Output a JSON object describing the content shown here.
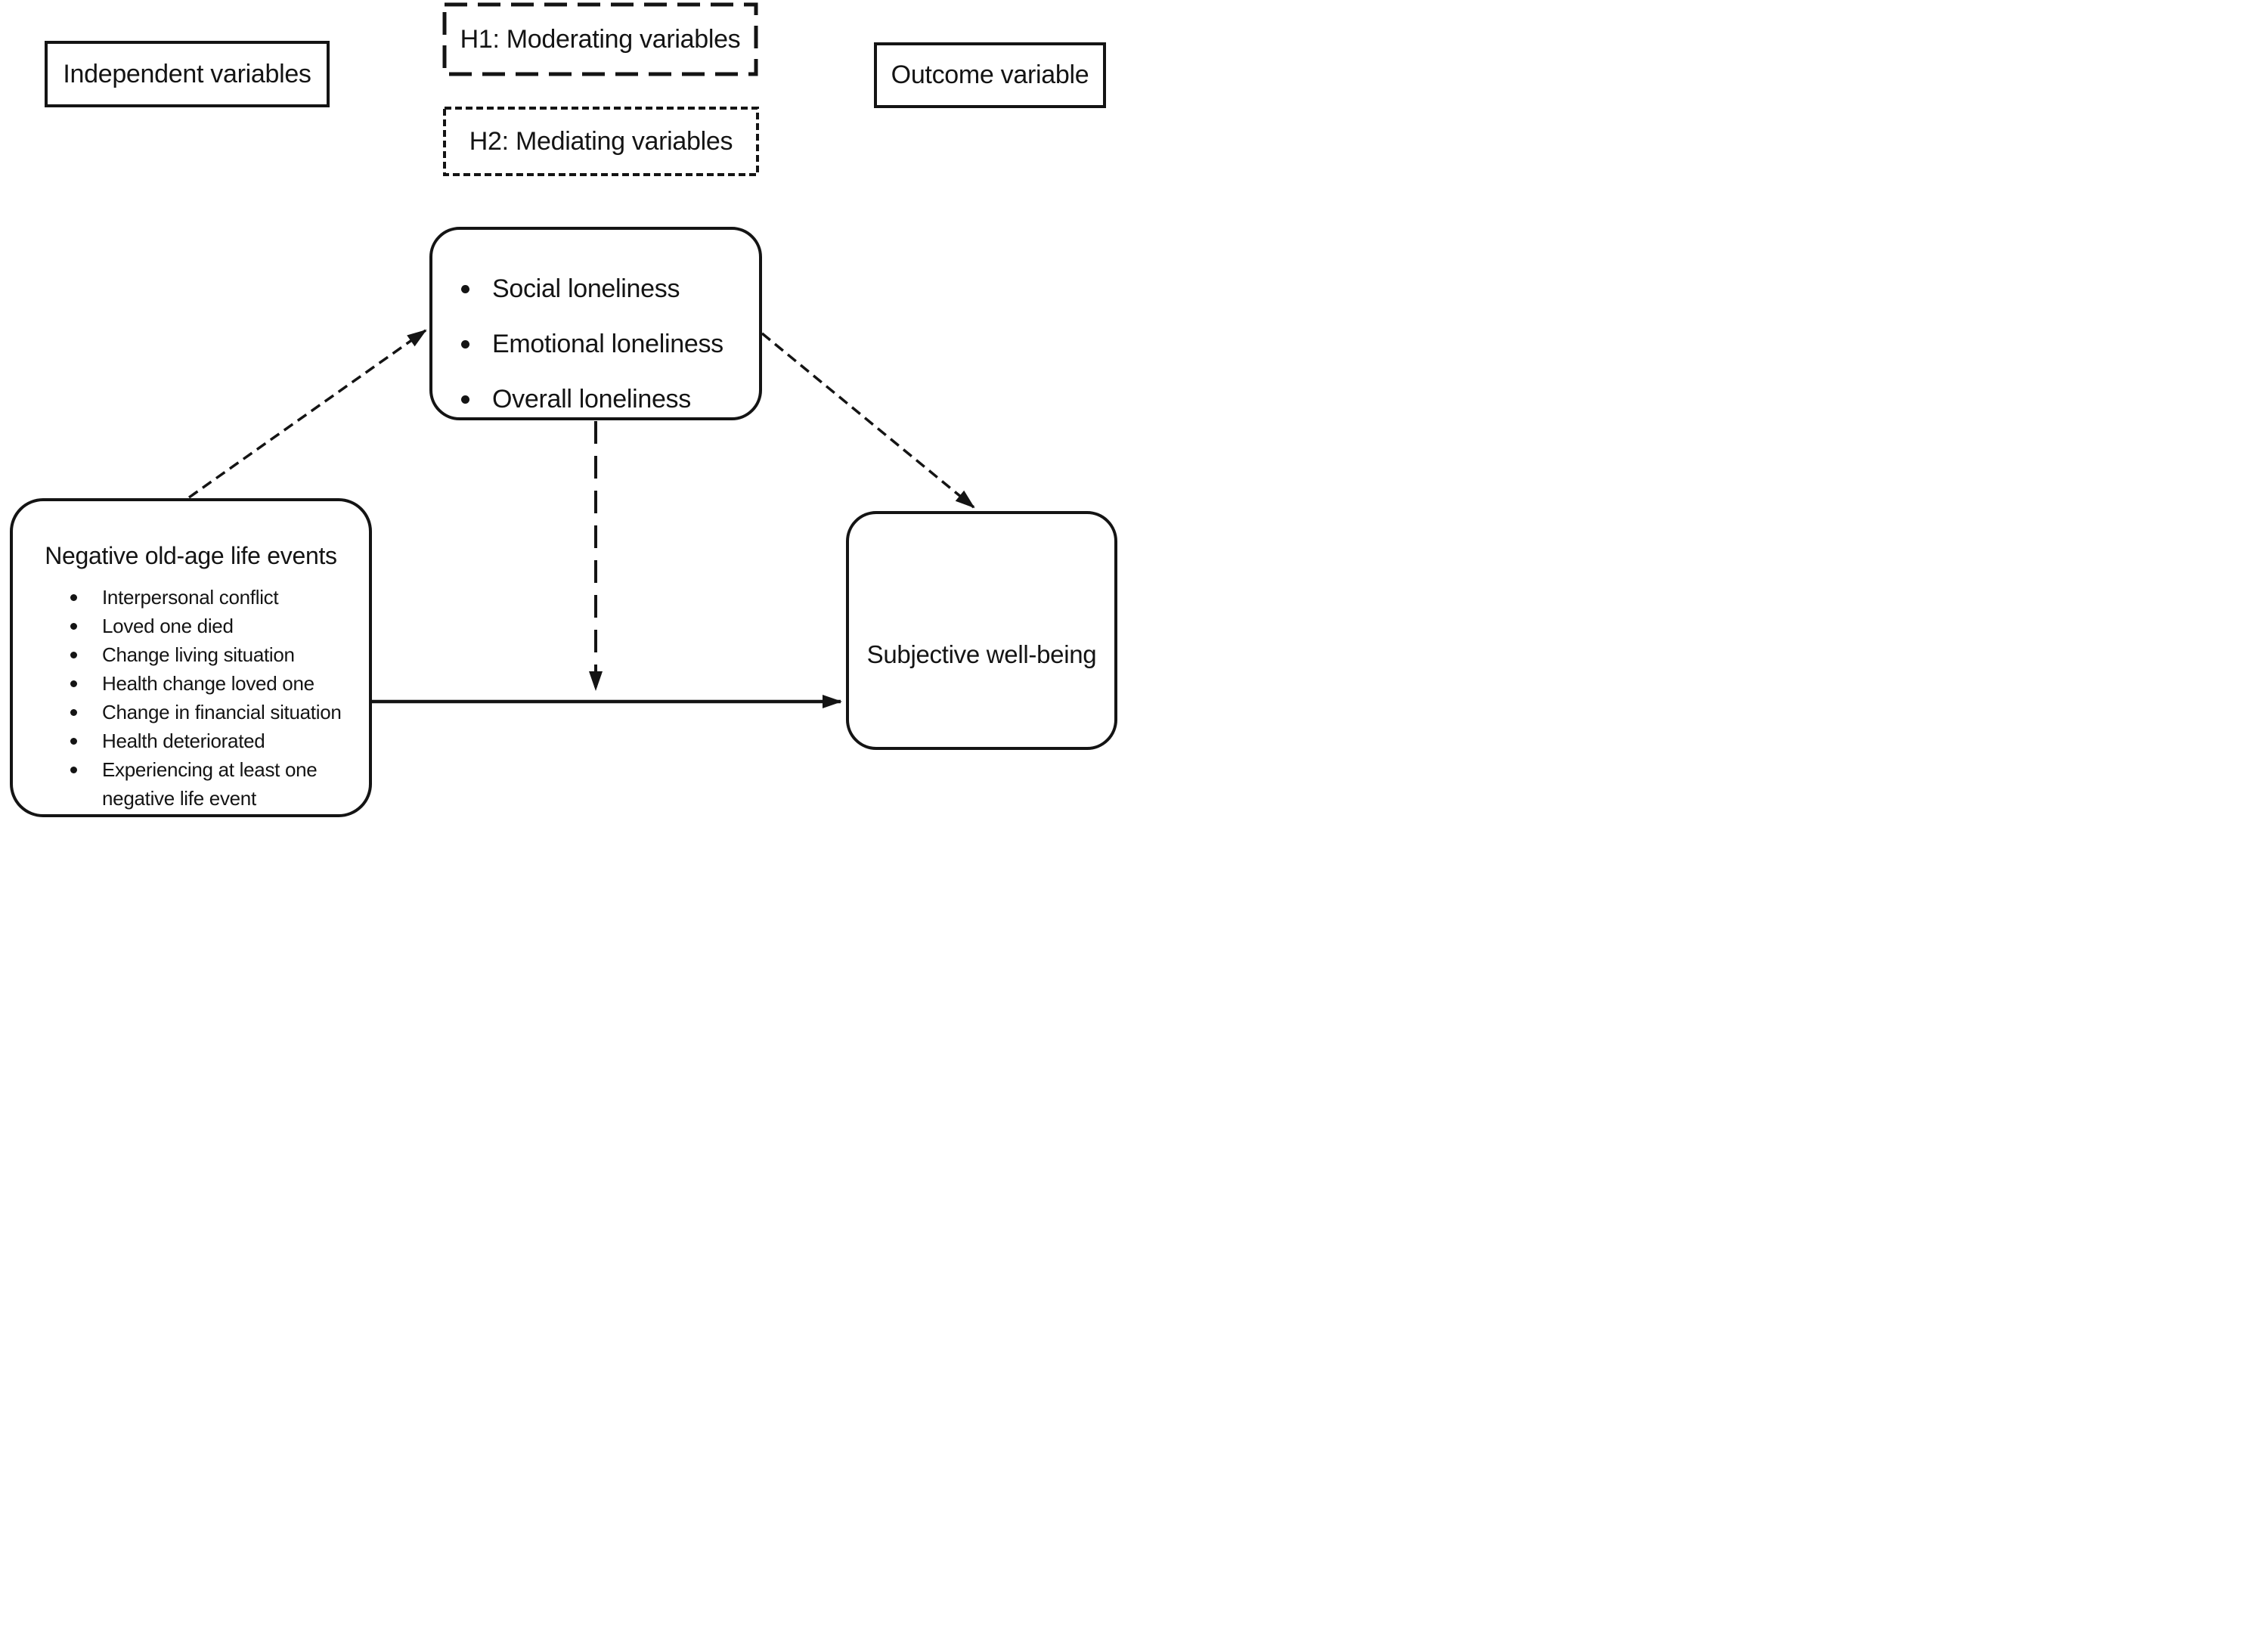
{
  "diagram": {
    "legend": {
      "independent_label": "Independent variables",
      "h1_label": "H1: Moderating variables",
      "h2_label": "H2: Mediating variables",
      "outcome_label": "Outcome variable"
    },
    "mediator_box": {
      "items": [
        "Social loneliness",
        "Emotional loneliness",
        "Overall loneliness"
      ]
    },
    "events_box": {
      "title": "Negative old-age life events",
      "items": [
        "Interpersonal conflict",
        "Loved one died",
        "Change living situation",
        "Health change loved one",
        "Change in financial situation",
        "Health deteriorated",
        "Experiencing at least one negative life event"
      ]
    },
    "outcome_box": {
      "title": "Subjective well-being"
    },
    "colors": {
      "ink": "#141414",
      "background": "#ffffff"
    }
  }
}
